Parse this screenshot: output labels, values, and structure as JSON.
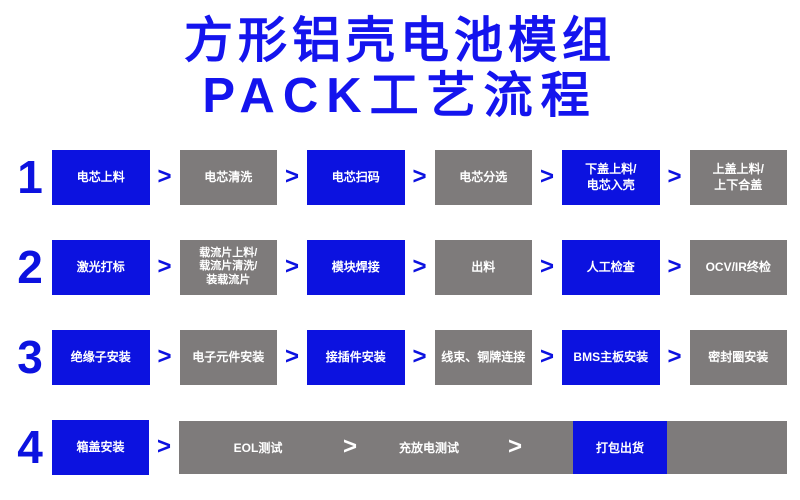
{
  "title": {
    "line1": "方形铝壳电池模组",
    "line2": "PACK工艺流程"
  },
  "colors": {
    "blue": "#0c12e0",
    "title_blue": "#1414ee",
    "gray": "#7e7b7b",
    "box_text": "#ffffff",
    "background": "#ffffff"
  },
  "arrow_glyph": ">",
  "rows": [
    {
      "number": "1",
      "steps": [
        {
          "label": "电芯上料",
          "color": "blue"
        },
        {
          "label": "电芯清洗",
          "color": "gray"
        },
        {
          "label": "电芯扫码",
          "color": "blue"
        },
        {
          "label": "电芯分选",
          "color": "gray"
        },
        {
          "label": "下盖上料/\n电芯入壳",
          "color": "blue"
        },
        {
          "label": "上盖上料/\n上下合盖",
          "color": "gray"
        }
      ]
    },
    {
      "number": "2",
      "steps": [
        {
          "label": "激光打标",
          "color": "blue"
        },
        {
          "label": "载流片上料/\n载流片清洗/\n装载流片",
          "color": "gray",
          "small": true
        },
        {
          "label": "模块焊接",
          "color": "blue"
        },
        {
          "label": "出料",
          "color": "gray"
        },
        {
          "label": "人工检查",
          "color": "blue"
        },
        {
          "label": "OCV/IR终检",
          "color": "gray"
        }
      ]
    },
    {
      "number": "3",
      "steps": [
        {
          "label": "绝缘子安装",
          "color": "blue"
        },
        {
          "label": "电子元件安装",
          "color": "gray"
        },
        {
          "label": "接插件安装",
          "color": "blue"
        },
        {
          "label": "线束、铜牌连接",
          "color": "gray"
        },
        {
          "label": "BMS主板安装",
          "color": "blue"
        },
        {
          "label": "密封圈安装",
          "color": "gray"
        }
      ]
    },
    {
      "number": "4",
      "first_step": {
        "label": "箱盖安装",
        "color": "blue"
      },
      "bar": {
        "color": "gray",
        "segments": [
          {
            "type": "label",
            "text": "EOL测试"
          },
          {
            "type": "chevron"
          },
          {
            "type": "label",
            "text": "充放电测试"
          },
          {
            "type": "chevron"
          },
          {
            "type": "spacer"
          },
          {
            "type": "box",
            "text": "打包出货",
            "color": "blue"
          },
          {
            "type": "spacer"
          }
        ]
      }
    }
  ]
}
